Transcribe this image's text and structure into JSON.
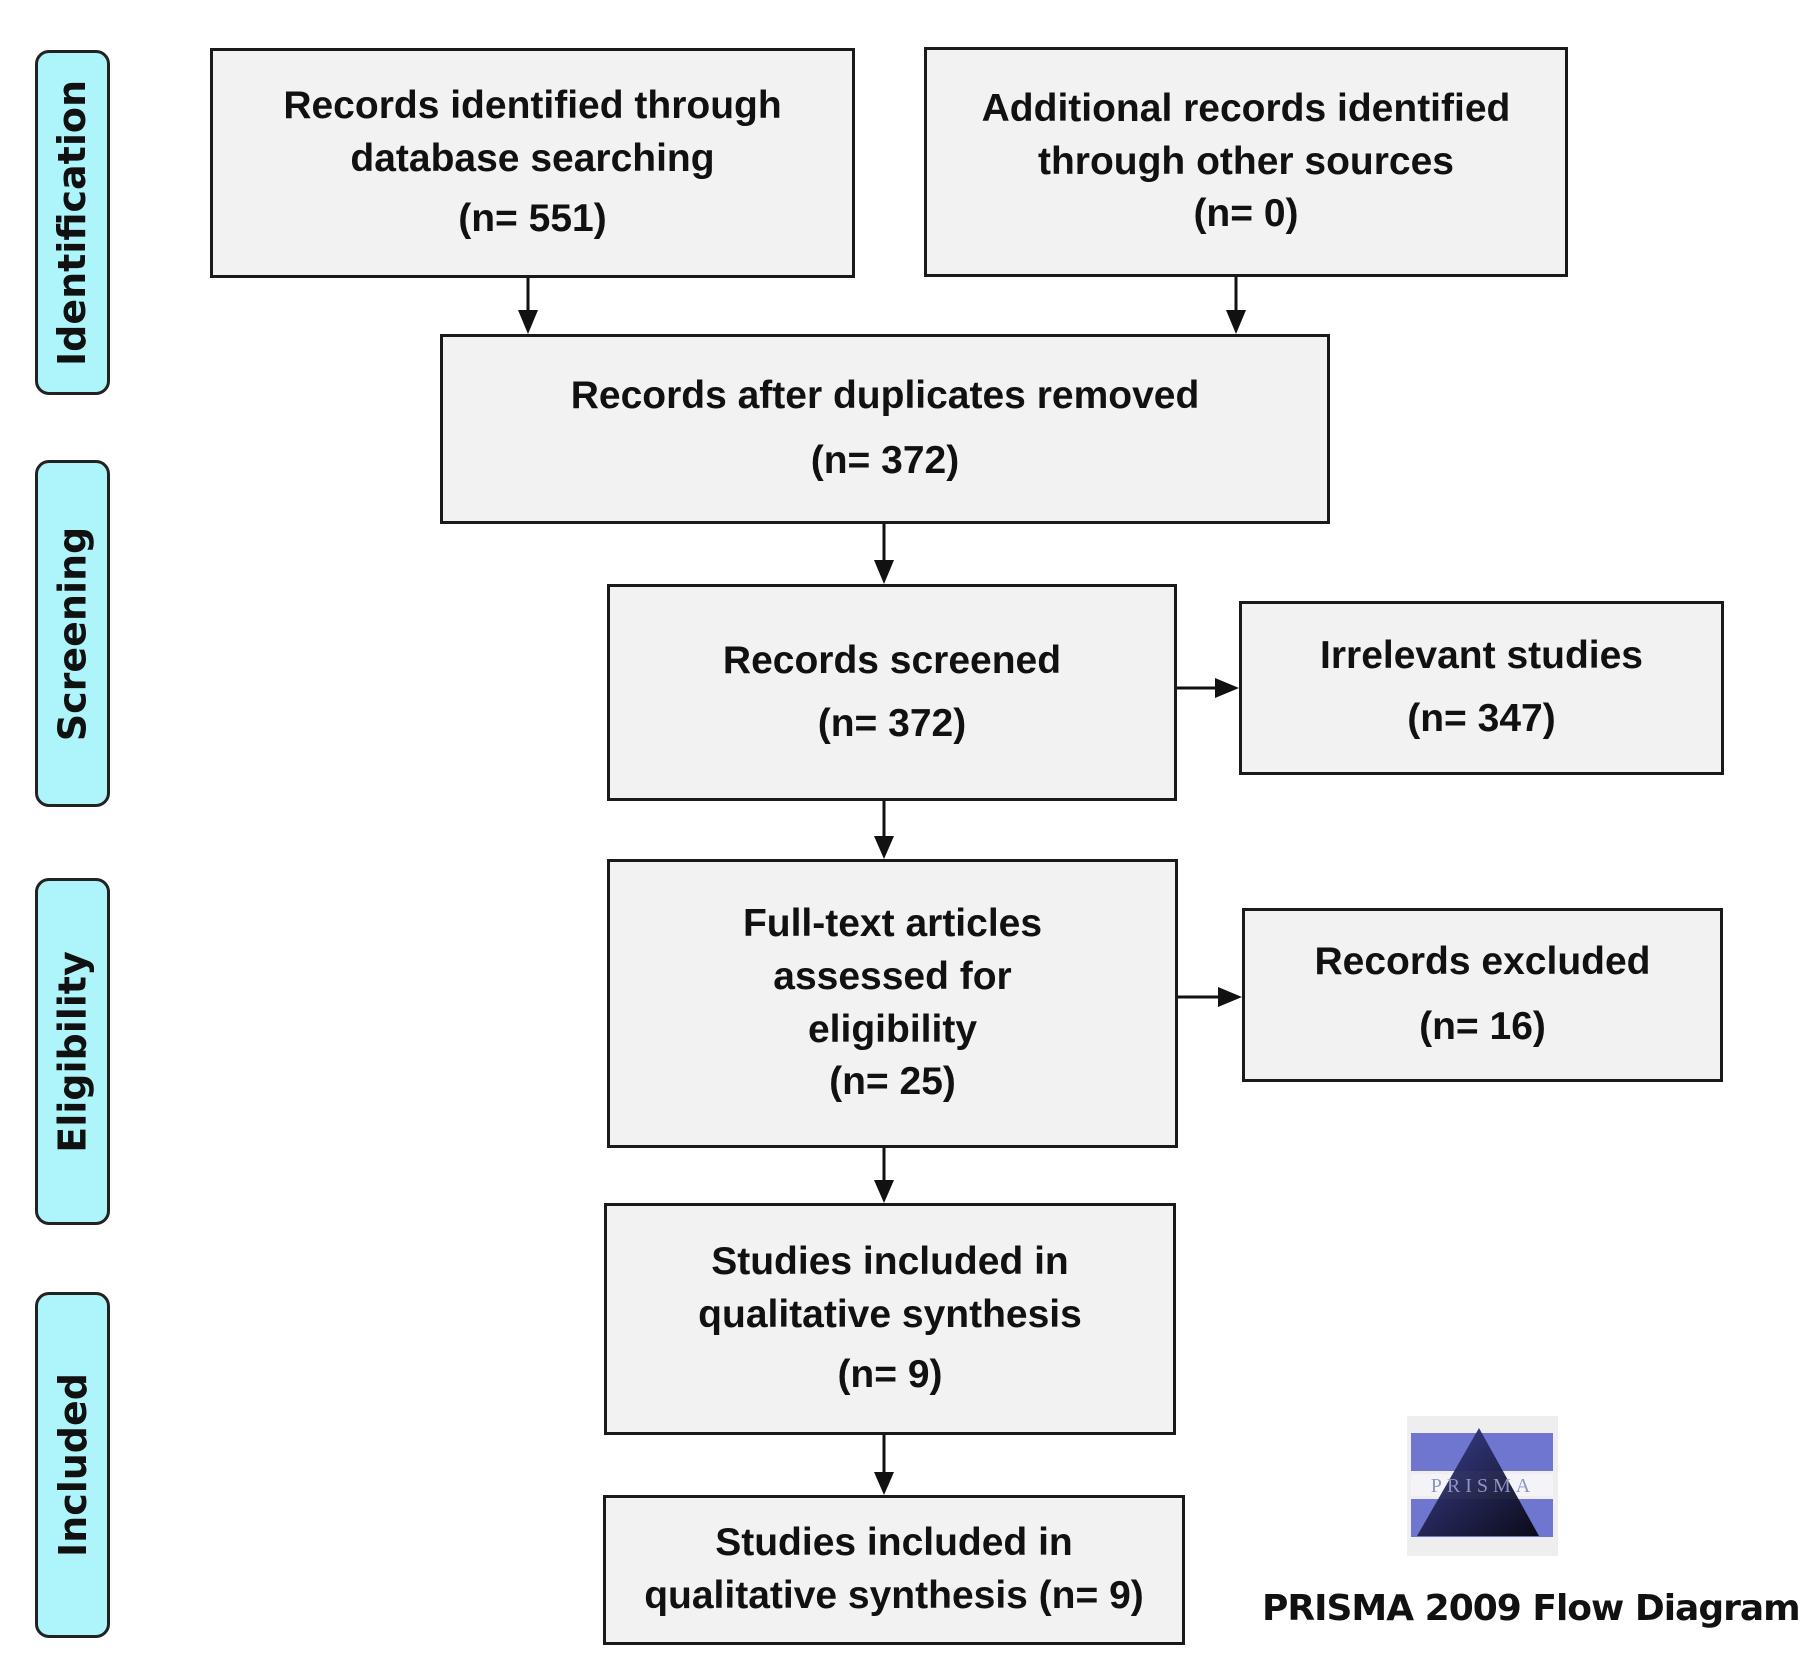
{
  "stages": [
    "Identification",
    "Screening",
    "Eligibility",
    "Included"
  ],
  "boxes": {
    "database": {
      "lines": [
        "Records identified through",
        "database searching",
        "(n= 551)"
      ]
    },
    "other_sources": {
      "lines": [
        "Additional records identified",
        "through other sources",
        "(n= 0)"
      ]
    },
    "after_duplicates": {
      "lines": [
        "Records after duplicates removed",
        "(n= 372)"
      ]
    },
    "screened": {
      "lines": [
        "Records screened",
        "(n= 372)"
      ]
    },
    "irrelevant": {
      "lines": [
        "Irrelevant studies",
        "(n= 347)"
      ]
    },
    "full_text": {
      "lines": [
        "Full-text articles",
        "assessed for",
        "eligibility",
        "(n= 25)"
      ]
    },
    "excluded": {
      "lines": [
        "Records excluded",
        "(n= 16)"
      ]
    },
    "qualitative": {
      "lines": [
        "Studies included in",
        "qualitative synthesis",
        "(n= 9)"
      ]
    },
    "qualitative_final": {
      "lines": [
        "Studies included in",
        "qualitative synthesis (n= 9)"
      ]
    }
  },
  "logo": {
    "text": "PRISMA",
    "colors": {
      "band": "#6f76d0",
      "triangle": "#14163a"
    }
  },
  "footer_title": "PRISMA 2009 Flow Diagram",
  "colors": {
    "stage_fill": "#aef5fb",
    "box_fill": "#f2f2f2"
  }
}
